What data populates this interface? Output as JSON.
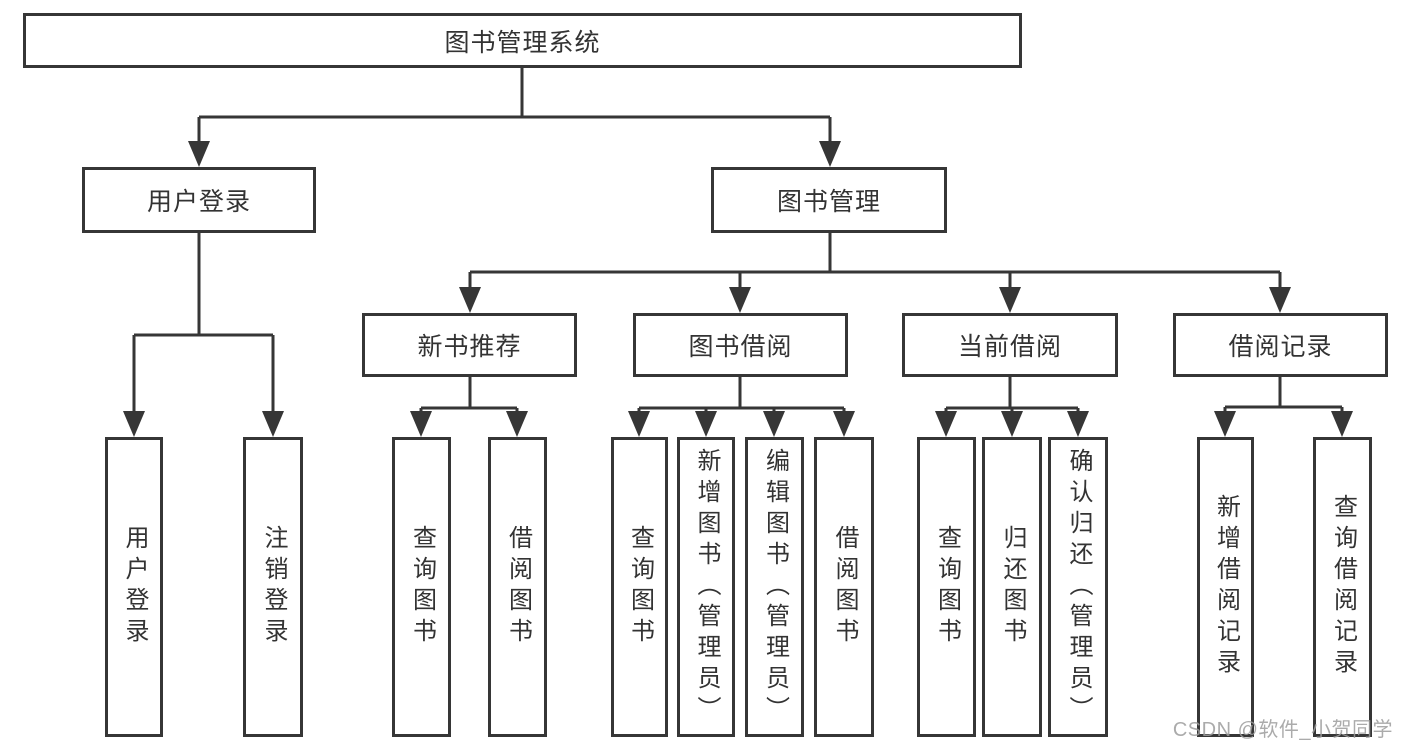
{
  "tree": {
    "root": {
      "label": "图书管理系统"
    },
    "branches": [
      {
        "label": "用户登录",
        "leaves": [
          {
            "label": "用户登录"
          },
          {
            "label": "注销登录"
          }
        ]
      },
      {
        "label": "图书管理",
        "groups": [
          {
            "label": "新书推荐",
            "leaves": [
              {
                "label": "查询图书"
              },
              {
                "label": "借阅图书"
              }
            ]
          },
          {
            "label": "图书借阅",
            "leaves": [
              {
                "label": "查询图书"
              },
              {
                "label": "新增图书（管理员）"
              },
              {
                "label": "编辑图书（管理员）"
              },
              {
                "label": "借阅图书"
              }
            ]
          },
          {
            "label": "当前借阅",
            "leaves": [
              {
                "label": "查询图书"
              },
              {
                "label": "归还图书"
              },
              {
                "label": "确认归还（管理员）"
              }
            ]
          },
          {
            "label": "借阅记录",
            "leaves": [
              {
                "label": "新增借阅记录"
              },
              {
                "label": "查询借阅记录"
              }
            ]
          }
        ]
      }
    ]
  },
  "watermark": "CSDN @软件_小贺同学",
  "colors": {
    "line": "#363636",
    "text": "#333333",
    "background": "#ffffff",
    "watermark": "#9d9d9d"
  }
}
